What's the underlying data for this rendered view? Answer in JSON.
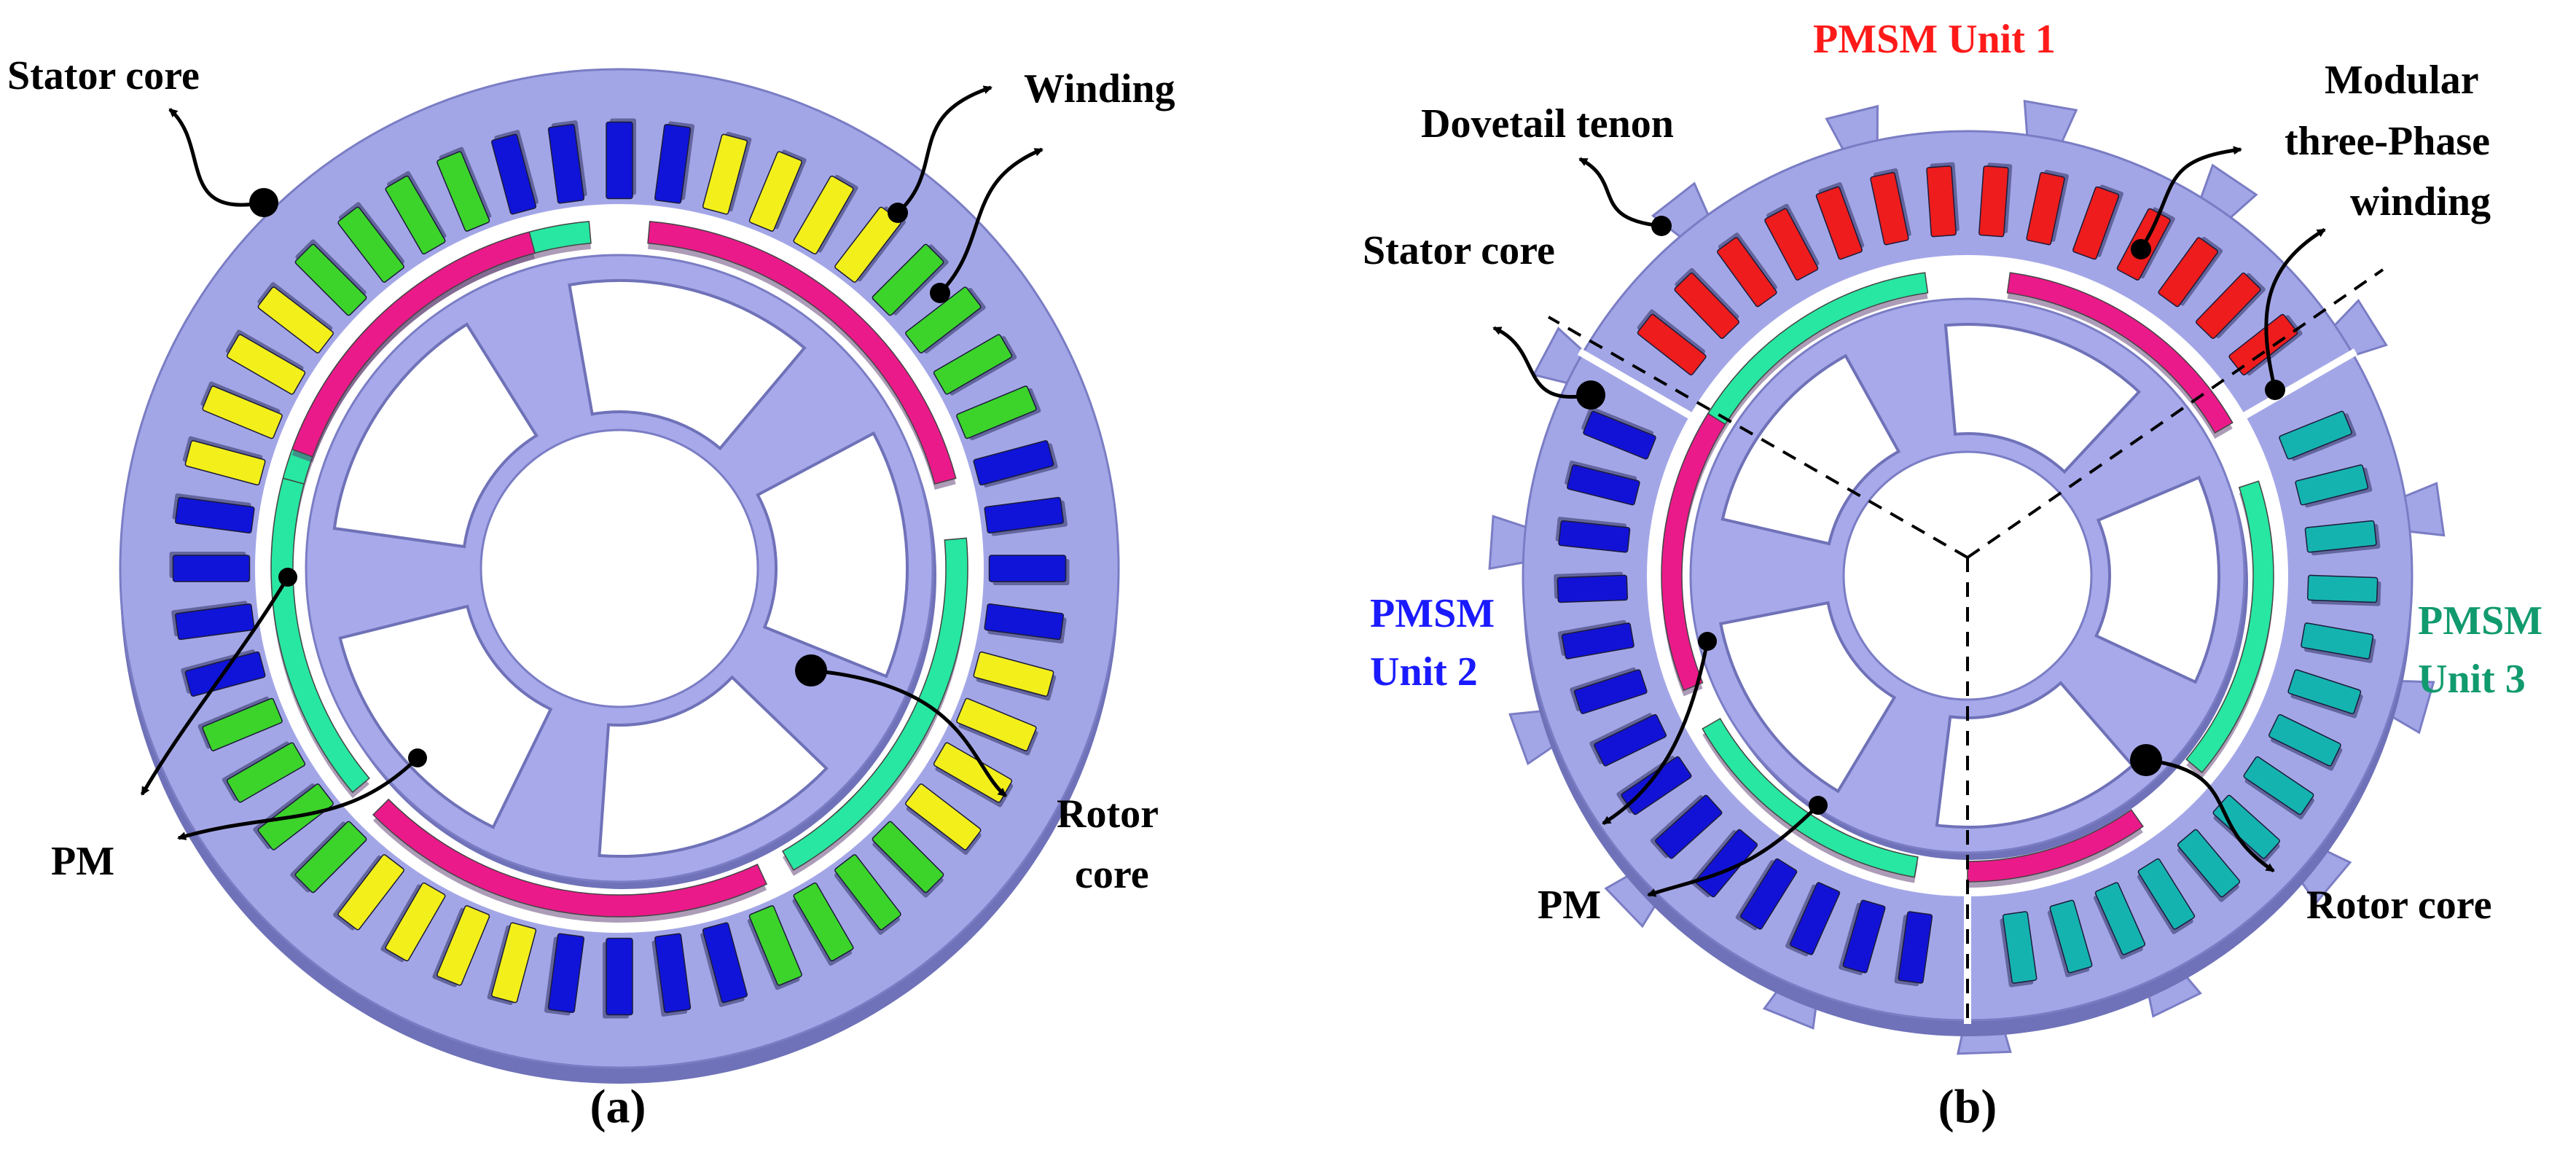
{
  "panel_a": {
    "labels": {
      "stator_core": "Stator core",
      "winding": "Winding",
      "pm": "PM",
      "rotor_core_line1": "Rotor",
      "rotor_core_line2": "core"
    },
    "caption_open": "(",
    "caption_letter": "a",
    "caption_close": ")"
  },
  "panel_b": {
    "labels": {
      "unit1": "PMSM Unit 1",
      "dovetail": "Dovetail tenon",
      "stator_core": "Stator core",
      "modular_line1": "Modular",
      "modular_line2": "three-Phase",
      "modular_line3": "winding",
      "unit2_line1": "PMSM",
      "unit2_line2": "Unit 2",
      "unit3_line1": "PMSM",
      "unit3_line2": "Unit 3",
      "pm": "PM",
      "rotor_core": "Rotor core"
    },
    "caption_open": "(",
    "caption_letter": "b",
    "caption_close": ")"
  },
  "colors": {
    "stator": "#a3a6e6",
    "stator_edge": "#7a7dc4",
    "rotor": "#a7a9ea",
    "rotor_shadow": "#6f72b8",
    "phase_blue": "#0f14d8",
    "phase_yellow": "#f3ef1a",
    "phase_green": "#3cd42a",
    "unit1_red": "#ee1c1c",
    "unit2_blue": "#1212d6",
    "unit3_teal": "#15b3b0",
    "pm_magenta": "#ea1a8a",
    "pm_cyan": "#27e7a2",
    "unit1_label": "#ff1a1a",
    "unit2_label": "#1a1aff",
    "unit3_label": "#119a6e"
  },
  "icons": {
    "leader_dot": "filled-circle",
    "leader_arrow": "curved-arrow"
  }
}
